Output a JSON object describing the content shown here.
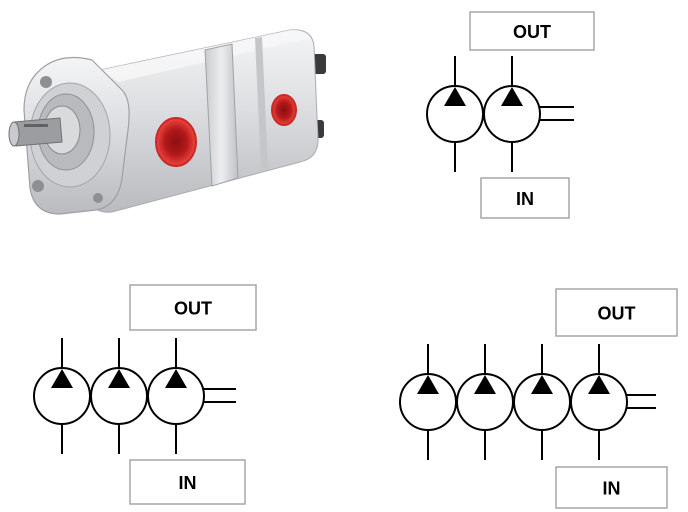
{
  "photo": {
    "subject": "double hydraulic gear pump",
    "body_color": "#d9dadc",
    "port_color": "#e0302b"
  },
  "symbol_colors": {
    "stroke": "#000000",
    "box_border": "#a6a6a6"
  },
  "diagrams": [
    {
      "pumps": 2,
      "out_label": "OUT",
      "in_label": "IN"
    },
    {
      "pumps": 3,
      "out_label": "OUT",
      "in_label": "IN"
    },
    {
      "pumps": 4,
      "out_label": "OUT",
      "in_label": "IN"
    }
  ]
}
